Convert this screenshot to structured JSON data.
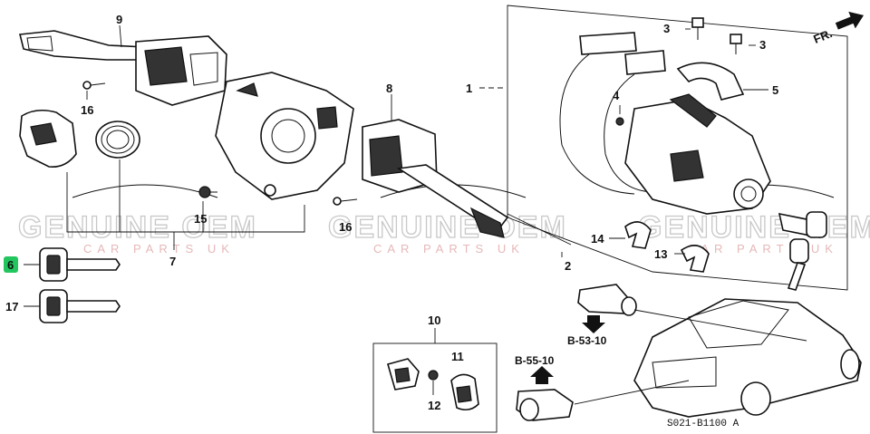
{
  "diagram_code": "S021-B1100 A",
  "direction_label": "FR.",
  "watermark": {
    "line1": "GENUINE OEM",
    "line2": "CAR PARTS UK"
  },
  "highlight_color": "#22c55e",
  "callouts": {
    "p1": "1",
    "p2": "2",
    "p3a": "3",
    "p3b": "3",
    "p4": "4",
    "p5": "5",
    "p6": "6",
    "p7": "7",
    "p8": "8",
    "p9": "9",
    "p10": "10",
    "p11": "11",
    "p12": "12",
    "p13": "13",
    "p14": "14",
    "p15": "15",
    "p16a": "16",
    "p16b": "16",
    "p17": "17"
  },
  "references": {
    "ref_a": "B-53-10",
    "ref_b": "B-55-10"
  },
  "icons": [
    "direction-arrow-icon",
    "up-arrow-icon",
    "down-arrow-icon"
  ]
}
